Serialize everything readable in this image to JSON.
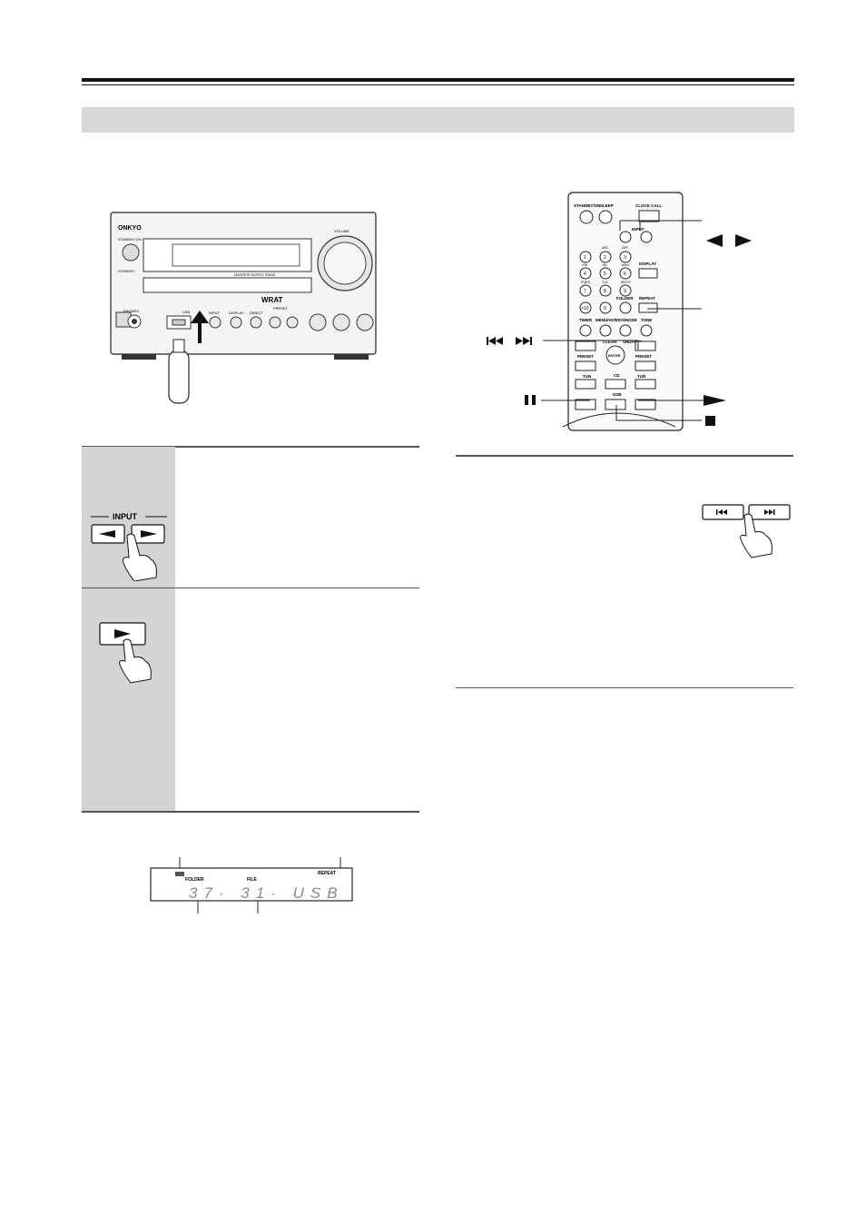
{
  "unit": {
    "brand": "ONKYO",
    "standby_label": "STANDBY/ON",
    "standby_sub": "STANDBY",
    "volume_label": "VOLUME",
    "input_label": "INPUT",
    "display_label": "DISPLAY",
    "direct_label": "DIRECT",
    "preset_label": "PRESET",
    "phones_label": "PHONES",
    "usb_label": "USB",
    "wrat_label": "WRAT",
    "slot_caption": "DISCRETE OUTPUT STAGE"
  },
  "remote": {
    "standby": "STANDBY/ON",
    "sleep": "SLEEP",
    "clock_call": "CLOCK CALL",
    "input": "INPUT",
    "display": "DISPLAY",
    "folder": "FOLDER",
    "repeat": "REPEAT",
    "timer": "TIMER",
    "menu": "MENU/HVD",
    "yes_mode": "YES/MODE",
    "tone": "TONE",
    "clear": "CLEAR",
    "shuffle": "SHUFFLE",
    "enter": "ENTER",
    "preset_l": "PRESET",
    "preset_r": "PRESET",
    "tun_l": "TUN",
    "tun_r": "TUN",
    "cd": "CD",
    "usb": "USB",
    "keys": [
      "1",
      "2",
      "3",
      "4",
      "5",
      "6",
      "7",
      "8",
      "9",
      ">10",
      "0"
    ],
    "key_letters": [
      "ABC",
      "DEF",
      "GHI",
      "JKL",
      "MNO",
      "PQRS",
      "TUV",
      "WXYZ"
    ]
  },
  "step1": {
    "input_label": "INPUT"
  },
  "display_panel": {
    "folder": "FOLDER",
    "file": "FILE",
    "repeat": "REPEAT",
    "segments": "37· 31· USB"
  }
}
